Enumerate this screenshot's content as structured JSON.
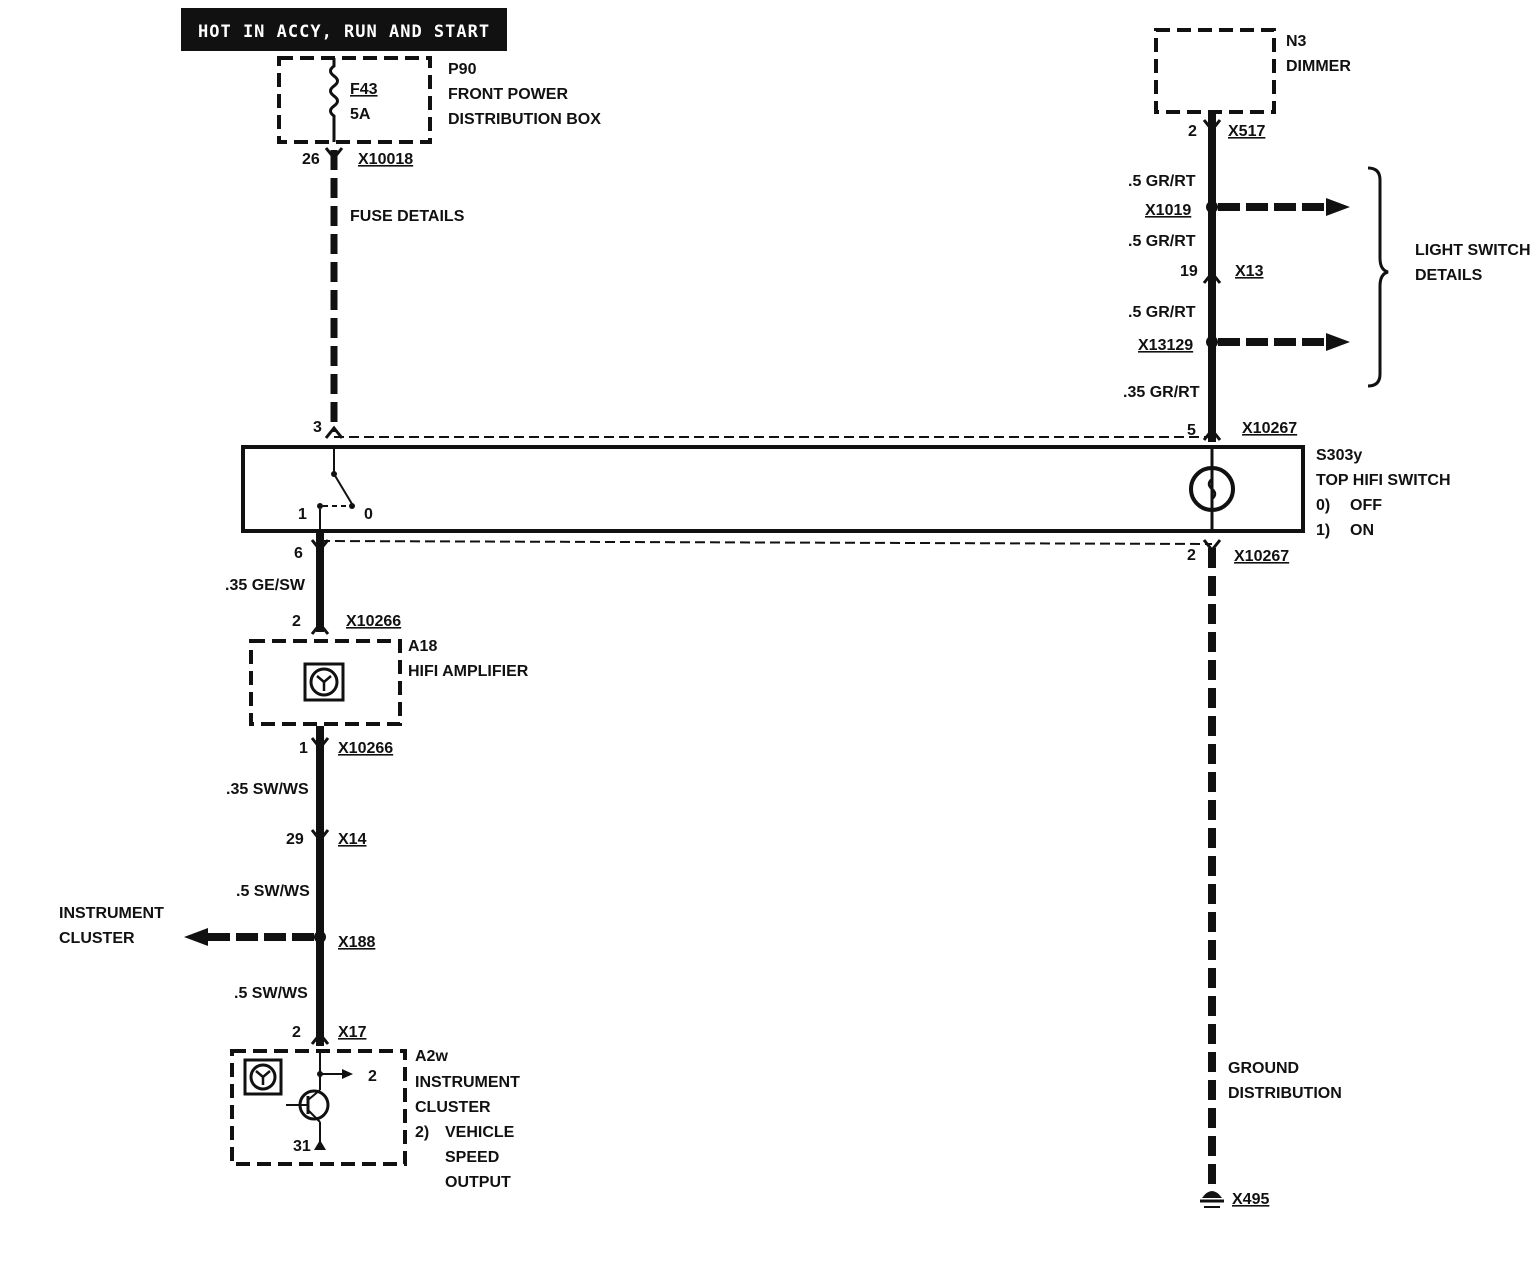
{
  "header": {
    "text": "HOT IN ACCY, RUN AND START"
  },
  "fuse_box": {
    "id": "P90",
    "line1": "FRONT POWER",
    "line2": "DISTRIBUTION BOX",
    "fuse": "F43",
    "rating": "5A",
    "pin": "26",
    "connector": "X10018"
  },
  "fuse_details": "FUSE DETAILS",
  "dimmer": {
    "id": "N3",
    "name": "DIMMER",
    "pin": "2",
    "connector": "X517"
  },
  "light_switch": {
    "wire1": ".5 GR/RT",
    "splice1": "X1019",
    "wire2": ".5 GR/RT",
    "pin": "19",
    "connector": "X13",
    "wire3": ".5 GR/RT",
    "splice2": "X13129",
    "wire4": ".35 GR/RT",
    "details_line1": "LIGHT SWITCH",
    "details_line2": "DETAILS"
  },
  "switch": {
    "id": "S303y",
    "name": "TOP HIFI SWITCH",
    "pos0_num": "0)",
    "pos0_label": "OFF",
    "pos1_num": "1)",
    "pos1_label": "ON",
    "pin_top_left": "3",
    "pin_top_right": "5",
    "conn_top_right": "X10267",
    "contact_1": "1",
    "contact_0": "0",
    "pin_bottom_left": "6",
    "pin_bottom_right": "2",
    "conn_bottom_right": "X10267"
  },
  "wire_ge_sw": ".35 GE/SW",
  "amplifier": {
    "id": "A18",
    "name": "HIFI AMPLIFIER",
    "pin_in": "2",
    "conn_in": "X10266",
    "pin_out": "1",
    "conn_out": "X10266"
  },
  "wire_sw_ws_1": ".35 SW/WS",
  "x14": {
    "pin": "29",
    "connector": "X14"
  },
  "wire_sw_ws_2": ".5 SW/WS",
  "instrument_branch": {
    "line1": "INSTRUMENT",
    "line2": "CLUSTER",
    "splice": "X188"
  },
  "wire_sw_ws_3": ".5 SW/WS",
  "cluster": {
    "pin": "2",
    "connector": "X17",
    "id": "A2w",
    "line1": "INSTRUMENT",
    "line2": "CLUSTER",
    "note_num": "2)",
    "note1": "VEHICLE",
    "note2": "SPEED",
    "note3": "OUTPUT",
    "out_pin": "2",
    "gnd_pin": "31"
  },
  "ground": {
    "line1": "GROUND",
    "line2": "DISTRIBUTION",
    "connector": "X495"
  },
  "colors": {
    "ink": "#111111",
    "background": "#ffffff"
  }
}
